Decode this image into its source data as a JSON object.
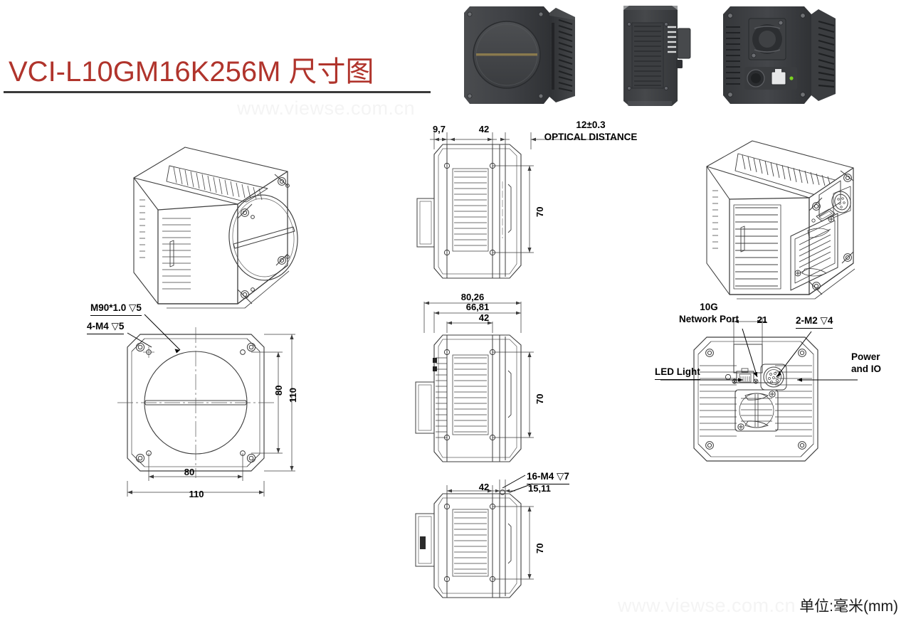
{
  "page": {
    "title": "VCI-L10GM16K256M 尺寸图",
    "title_color": "#b0342c",
    "rule_color": "#3a3a3a",
    "background": "#ffffff",
    "units_note": "单位:毫米(mm)",
    "watermark": "www.viewse.com.cn"
  },
  "photos": [
    {
      "name": "front-photo",
      "caption": ""
    },
    {
      "name": "side-photo",
      "caption": ""
    },
    {
      "name": "rear-photo",
      "caption": ""
    }
  ],
  "views": {
    "iso_front": {
      "name": "isometric-front-view"
    },
    "iso_rear": {
      "name": "isometric-rear-view"
    },
    "front": {
      "name": "front-orthographic-view",
      "callouts": [
        {
          "text": "M90*1.0 ▽5"
        },
        {
          "text": "4-M4 ▽5"
        }
      ],
      "dims": {
        "width_outer": "110",
        "width_inner": "80",
        "height_outer": "110",
        "height_inner": "80"
      }
    },
    "side_top": {
      "name": "side-view-top",
      "dims": {
        "flange": "9,7",
        "body": "42",
        "height": "70"
      },
      "callouts": [
        {
          "line1": "12±0.3",
          "line2": "OPTICAL DISTANCE"
        }
      ]
    },
    "side_middle": {
      "name": "side-view-middle",
      "dims": {
        "overall": "80,26",
        "body_total": "66,81",
        "body": "42",
        "height": "70"
      }
    },
    "side_bottom": {
      "name": "side-view-bottom",
      "dims": {
        "body": "42",
        "offset": "15,11",
        "height": "70"
      },
      "callouts": [
        {
          "text": "16-M4 ▽7"
        }
      ]
    },
    "rear": {
      "name": "rear-orthographic-view",
      "dims": {
        "port_width": "21"
      },
      "callouts": [
        {
          "text": "10G",
          "text2": "Network Port"
        },
        {
          "text": "LED Light"
        },
        {
          "text": "2-M2 ▽4"
        },
        {
          "text": "Power",
          "text2": "and IO"
        }
      ]
    }
  }
}
